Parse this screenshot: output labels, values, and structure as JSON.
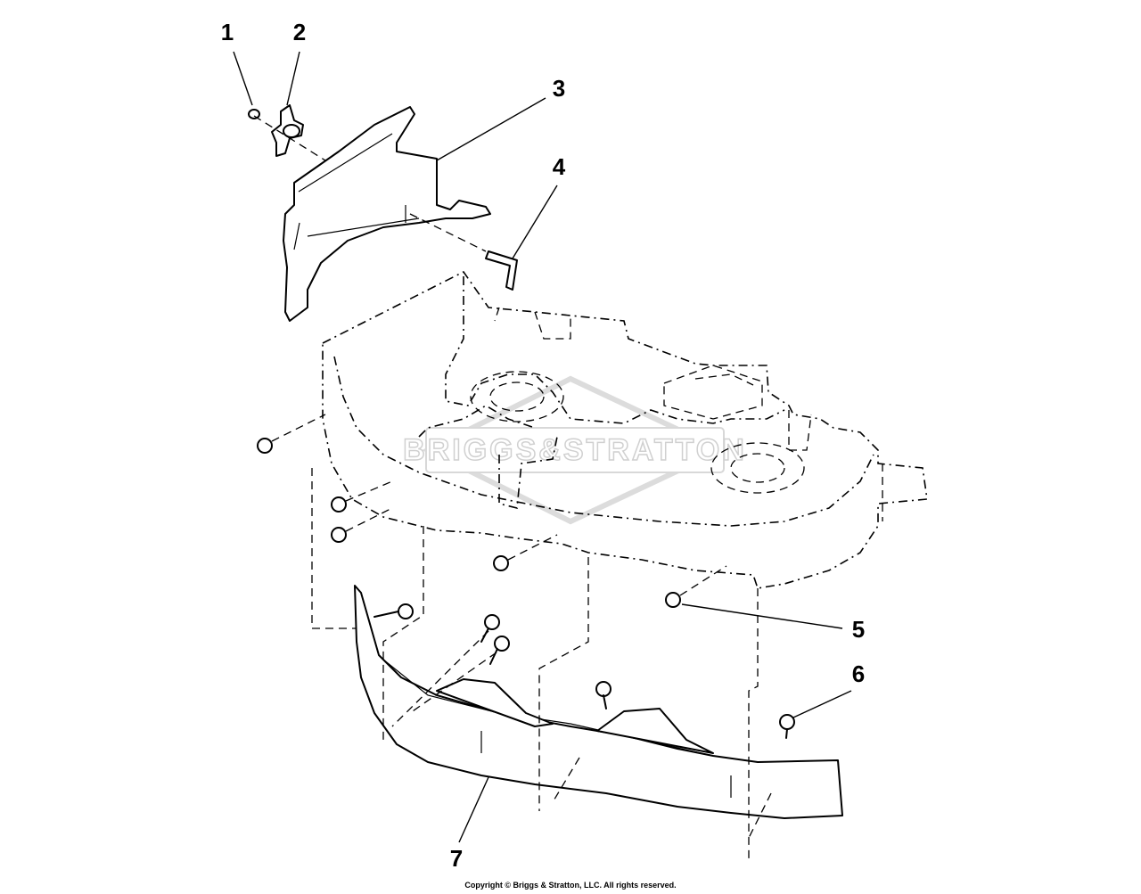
{
  "callouts": [
    {
      "id": "1",
      "label": "1"
    },
    {
      "id": "2",
      "label": "2"
    },
    {
      "id": "3",
      "label": "3"
    },
    {
      "id": "4",
      "label": "4"
    },
    {
      "id": "5",
      "label": "5"
    },
    {
      "id": "6",
      "label": "6"
    },
    {
      "id": "7",
      "label": "7"
    }
  ],
  "watermark": {
    "text": "BRIGGS&STRATTON"
  },
  "copyright": "Copyright © Briggs & Stratton, LLC. All rights reserved."
}
